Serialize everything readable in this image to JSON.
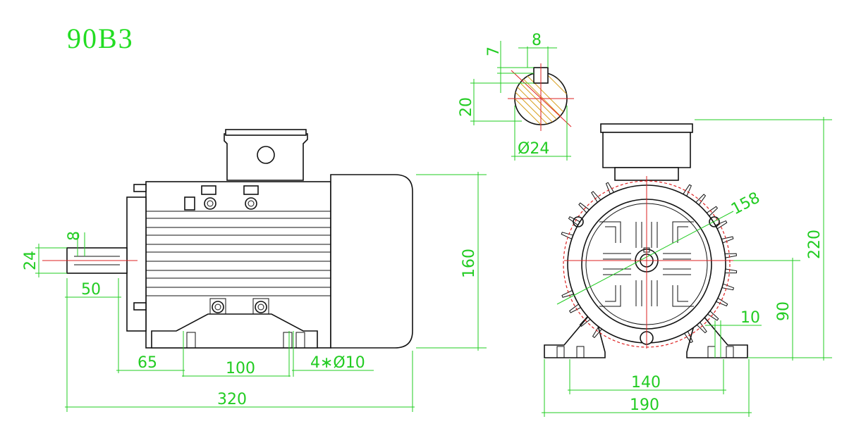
{
  "title": "90B3",
  "colors": {
    "dimension": "#22cc22",
    "outline": "#111111",
    "centerline": "#dd2222",
    "hatch": "#d8a020"
  },
  "shaft_section": {
    "key_depth": "7",
    "key_width": "8",
    "height_to_key": "20",
    "diameter": "Ø24"
  },
  "side_view": {
    "shaft_diameter": "24",
    "key_width": "8",
    "shaft_length": "50",
    "height": "160",
    "foot_offset": "65",
    "foot_spacing": "100",
    "mounting_holes": "4∗Ø10",
    "total_length": "320"
  },
  "front_view": {
    "flange_diameter": "158",
    "total_height": "220",
    "shaft_height": "90",
    "hole_diameter": "10",
    "foot_spacing": "140",
    "foot_width": "190"
  }
}
